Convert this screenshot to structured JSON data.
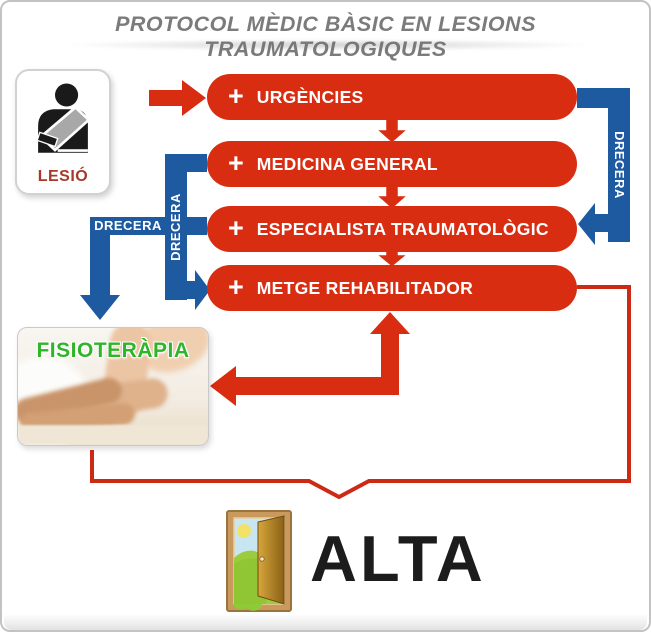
{
  "title": "PROTOCOL MÈDIC BÀSIC EN LESIONS TRAUMATOLOGIQUES",
  "lesio": {
    "label": "LESIÓ",
    "icon": "injured-person-with-arm-sling"
  },
  "flow": {
    "plus": "+",
    "boxes": [
      {
        "label": "URGÈNCIES"
      },
      {
        "label": "MEDICINA GENERAL"
      },
      {
        "label": "ESPECIALISTA TRAUMATOLÒGIC"
      },
      {
        "label": "METGE REHABILITADOR"
      }
    ]
  },
  "shortcuts": {
    "left_branch_label": "DRECERA",
    "left_bar_label": "DRECERA",
    "right_bar_label": "DRECERA"
  },
  "fisioterapia": {
    "label": "FISIOTERÀPIA"
  },
  "alta": {
    "label": "ALTA",
    "icon": "open-door"
  },
  "colors": {
    "box_red": "#d92d12",
    "bracket_red": "#cd2a15",
    "arrow_blue": "#1e5aa0",
    "lesio_text": "#a5392a",
    "fisio_green": "#2fb52a",
    "title_gray": "#7b7b7b",
    "alta_black": "#1c1c1c"
  }
}
